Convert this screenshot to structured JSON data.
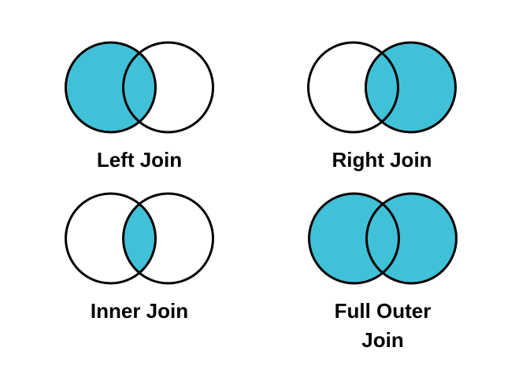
{
  "page": {
    "background_color": "#ffffff"
  },
  "venn": {
    "fill_color": "#41C1D8",
    "stroke_color": "#000000",
    "label_color": "#000000",
    "diagrams": [
      {
        "id": "left-join",
        "label": "Left Join",
        "filled_regions": {
          "left_circle": true,
          "intersection": true,
          "right_circle": false
        }
      },
      {
        "id": "right-join",
        "label": "Right Join",
        "filled_regions": {
          "left_circle": false,
          "intersection": true,
          "right_circle": true
        }
      },
      {
        "id": "inner-join",
        "label": "Inner Join",
        "filled_regions": {
          "left_circle": false,
          "intersection": true,
          "right_circle": false
        }
      },
      {
        "id": "full-outer-join",
        "label": "Full Outer Join",
        "filled_regions": {
          "left_circle": true,
          "intersection": true,
          "right_circle": true
        }
      }
    ]
  }
}
